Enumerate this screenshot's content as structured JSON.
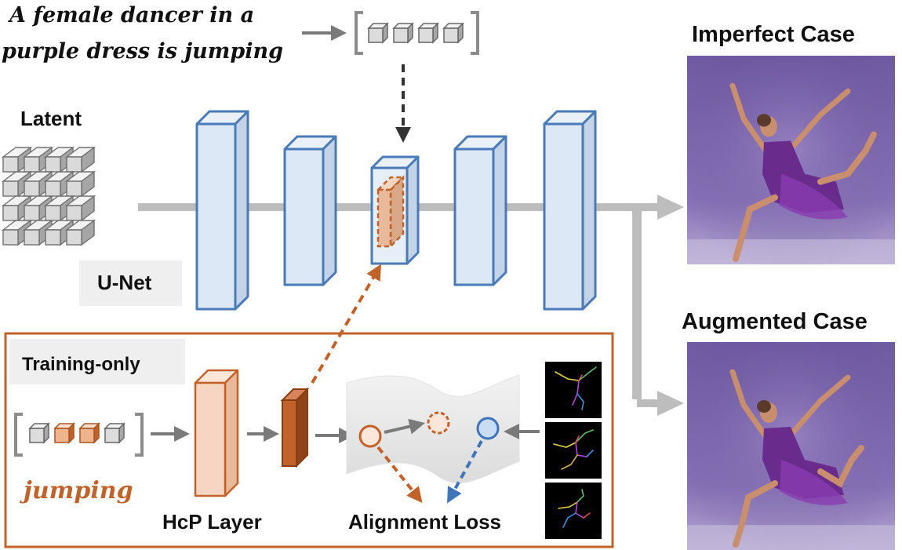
{
  "prompt": {
    "line1": "A female dancer in a",
    "line2": "purple dress is jumping"
  },
  "labels": {
    "latent": "Latent",
    "unet": "U-Net",
    "training_only": "Training-only",
    "word": "jumping",
    "hcp_layer": "HcP Layer",
    "alignment_loss": "Alignment Loss",
    "imperfect_case": "Imperfect Case",
    "augmented_case": "Augmented Case"
  },
  "colors": {
    "unet_block_fill": "#dce8f5",
    "unet_block_stroke": "#4a7ab8",
    "hcp_fill": "#f6d6c2",
    "orange_accent": "#c0622a",
    "blue_accent": "#3e74b8",
    "flow_gray": "#bdbdbd",
    "purple_background": "#7a62a8",
    "dress": "#6a2c8c"
  },
  "icons": [
    "token-cubes",
    "latent-cube-grid",
    "pose-skeleton",
    "dancer-photo"
  ]
}
